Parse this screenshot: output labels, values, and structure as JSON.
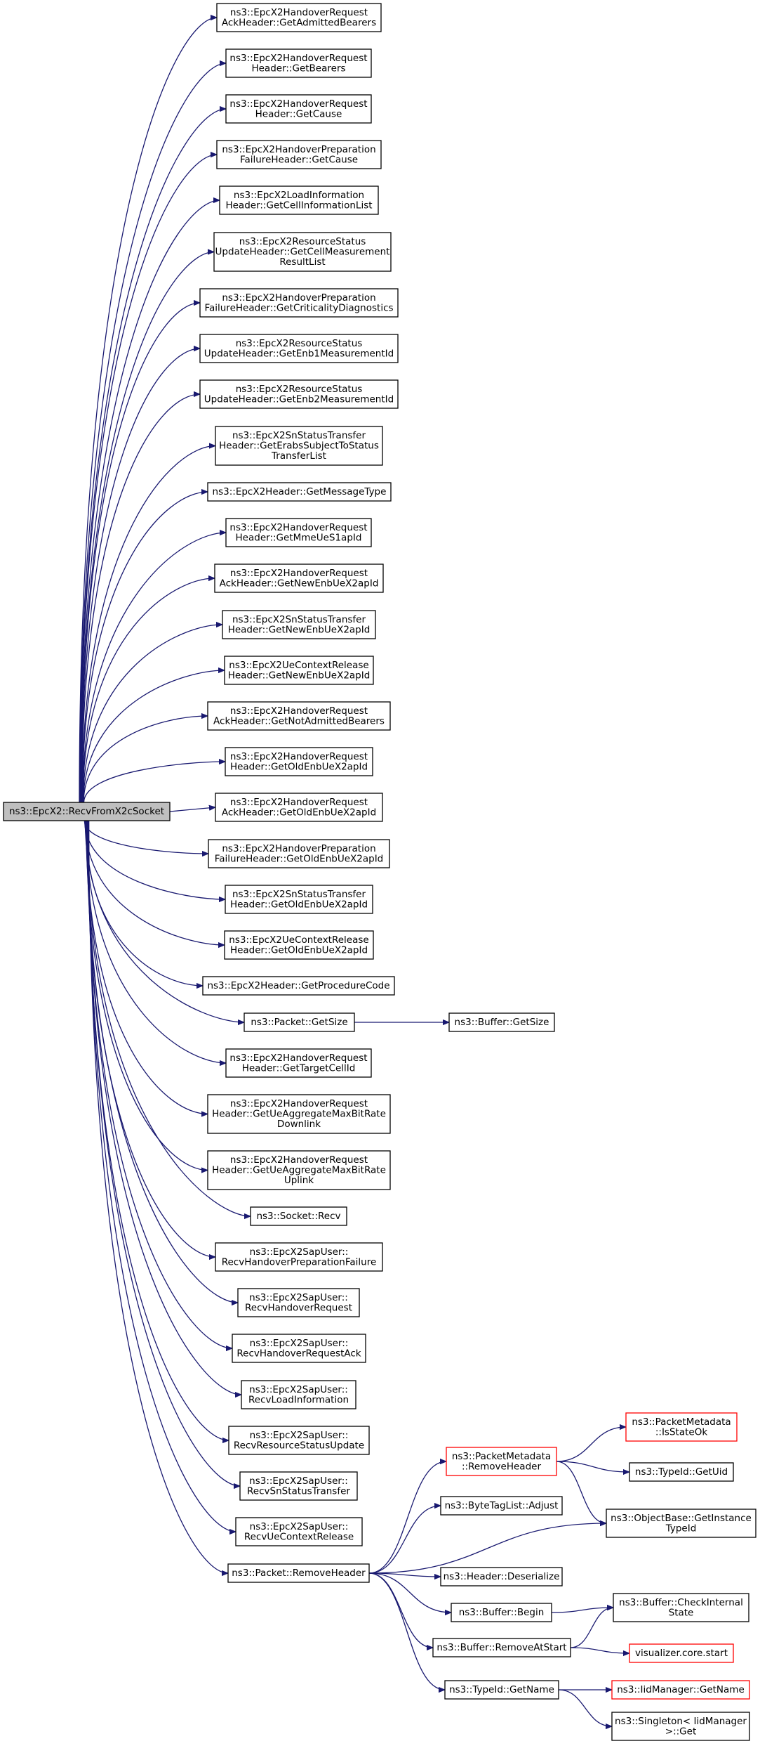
{
  "colors": {
    "edge": "#191970",
    "root_fill": "#bfbfbf",
    "box_stroke": "#000000",
    "truncated_stroke": "#ff0000",
    "background": "#ffffff"
  },
  "nodes": [
    {
      "id": "root",
      "lines": [
        "ns3::EpcX2::RecvFromX2cSocket"
      ],
      "root": true
    },
    {
      "id": "n1",
      "lines": [
        "ns3::EpcX2HandoverRequest",
        "AckHeader::GetAdmittedBearers"
      ]
    },
    {
      "id": "n2",
      "lines": [
        "ns3::EpcX2HandoverRequest",
        "Header::GetBearers"
      ]
    },
    {
      "id": "n3",
      "lines": [
        "ns3::EpcX2HandoverRequest",
        "Header::GetCause"
      ]
    },
    {
      "id": "n4",
      "lines": [
        "ns3::EpcX2HandoverPreparation",
        "FailureHeader::GetCause"
      ]
    },
    {
      "id": "n5",
      "lines": [
        "ns3::EpcX2LoadInformation",
        "Header::GetCellInformationList"
      ]
    },
    {
      "id": "n6",
      "lines": [
        "ns3::EpcX2ResourceStatus",
        "UpdateHeader::GetCellMeasurement",
        "ResultList"
      ]
    },
    {
      "id": "n7",
      "lines": [
        "ns3::EpcX2HandoverPreparation",
        "FailureHeader::GetCriticalityDiagnostics"
      ]
    },
    {
      "id": "n8",
      "lines": [
        "ns3::EpcX2ResourceStatus",
        "UpdateHeader::GetEnb1MeasurementId"
      ]
    },
    {
      "id": "n9",
      "lines": [
        "ns3::EpcX2ResourceStatus",
        "UpdateHeader::GetEnb2MeasurementId"
      ]
    },
    {
      "id": "n10",
      "lines": [
        "ns3::EpcX2SnStatusTransfer",
        "Header::GetErabsSubjectToStatus",
        "TransferList"
      ]
    },
    {
      "id": "n11",
      "lines": [
        "ns3::EpcX2Header::GetMessageType"
      ]
    },
    {
      "id": "n12",
      "lines": [
        "ns3::EpcX2HandoverRequest",
        "Header::GetMmeUeS1apId"
      ]
    },
    {
      "id": "n13",
      "lines": [
        "ns3::EpcX2HandoverRequest",
        "AckHeader::GetNewEnbUeX2apId"
      ]
    },
    {
      "id": "n14",
      "lines": [
        "ns3::EpcX2SnStatusTransfer",
        "Header::GetNewEnbUeX2apId"
      ]
    },
    {
      "id": "n15",
      "lines": [
        "ns3::EpcX2UeContextRelease",
        "Header::GetNewEnbUeX2apId"
      ]
    },
    {
      "id": "n16",
      "lines": [
        "ns3::EpcX2HandoverRequest",
        "AckHeader::GetNotAdmittedBearers"
      ]
    },
    {
      "id": "n17",
      "lines": [
        "ns3::EpcX2HandoverRequest",
        "Header::GetOldEnbUeX2apId"
      ]
    },
    {
      "id": "n18",
      "lines": [
        "ns3::EpcX2HandoverRequest",
        "AckHeader::GetOldEnbUeX2apId"
      ]
    },
    {
      "id": "n19",
      "lines": [
        "ns3::EpcX2HandoverPreparation",
        "FailureHeader::GetOldEnbUeX2apId"
      ]
    },
    {
      "id": "n20",
      "lines": [
        "ns3::EpcX2SnStatusTransfer",
        "Header::GetOldEnbUeX2apId"
      ]
    },
    {
      "id": "n21",
      "lines": [
        "ns3::EpcX2UeContextRelease",
        "Header::GetOldEnbUeX2apId"
      ]
    },
    {
      "id": "n22",
      "lines": [
        "ns3::EpcX2Header::GetProcedureCode"
      ]
    },
    {
      "id": "n23",
      "lines": [
        "ns3::Packet::GetSize"
      ]
    },
    {
      "id": "n24",
      "lines": [
        "ns3::Buffer::GetSize"
      ]
    },
    {
      "id": "n25",
      "lines": [
        "ns3::EpcX2HandoverRequest",
        "Header::GetTargetCellId"
      ]
    },
    {
      "id": "n26",
      "lines": [
        "ns3::EpcX2HandoverRequest",
        "Header::GetUeAggregateMaxBitRate",
        "Downlink"
      ]
    },
    {
      "id": "n27",
      "lines": [
        "ns3::EpcX2HandoverRequest",
        "Header::GetUeAggregateMaxBitRate",
        "Uplink"
      ]
    },
    {
      "id": "n28",
      "lines": [
        "ns3::Socket::Recv"
      ]
    },
    {
      "id": "n29",
      "lines": [
        "ns3::EpcX2SapUser::",
        "RecvHandoverPreparationFailure"
      ]
    },
    {
      "id": "n30",
      "lines": [
        "ns3::EpcX2SapUser::",
        "RecvHandoverRequest"
      ]
    },
    {
      "id": "n31",
      "lines": [
        "ns3::EpcX2SapUser::",
        "RecvHandoverRequestAck"
      ]
    },
    {
      "id": "n32",
      "lines": [
        "ns3::EpcX2SapUser::",
        "RecvLoadInformation"
      ]
    },
    {
      "id": "n33",
      "lines": [
        "ns3::EpcX2SapUser::",
        "RecvResourceStatusUpdate"
      ]
    },
    {
      "id": "n34",
      "lines": [
        "ns3::EpcX2SapUser::",
        "RecvSnStatusTransfer"
      ]
    },
    {
      "id": "n35",
      "lines": [
        "ns3::EpcX2SapUser::",
        "RecvUeContextRelease"
      ]
    },
    {
      "id": "n36",
      "lines": [
        "ns3::Packet::RemoveHeader"
      ]
    },
    {
      "id": "n37",
      "lines": [
        "ns3::PacketMetadata",
        "::RemoveHeader"
      ],
      "truncated": true
    },
    {
      "id": "n38",
      "lines": [
        "ns3::PacketMetadata",
        "::IsStateOk"
      ],
      "truncated": true
    },
    {
      "id": "n39",
      "lines": [
        "ns3::TypeId::GetUid"
      ]
    },
    {
      "id": "n40",
      "lines": [
        "ns3::ByteTagList::Adjust"
      ]
    },
    {
      "id": "n41",
      "lines": [
        "ns3::ObjectBase::GetInstance",
        "TypeId"
      ]
    },
    {
      "id": "n42",
      "lines": [
        "ns3::Header::Deserialize"
      ]
    },
    {
      "id": "n43",
      "lines": [
        "ns3::Buffer::Begin"
      ]
    },
    {
      "id": "n44",
      "lines": [
        "ns3::Buffer::CheckInternal",
        "State"
      ]
    },
    {
      "id": "n45",
      "lines": [
        "ns3::Buffer::RemoveAtStart"
      ]
    },
    {
      "id": "n46",
      "lines": [
        "visualizer.core.start"
      ],
      "truncated": true
    },
    {
      "id": "n47",
      "lines": [
        "ns3::TypeId::GetName"
      ]
    },
    {
      "id": "n48",
      "lines": [
        "ns3::IidManager::GetName"
      ],
      "truncated": true
    },
    {
      "id": "n49",
      "lines": [
        "ns3::Singleton< IidManager",
        ">::Get"
      ]
    }
  ],
  "edges": [
    [
      "root",
      "n1"
    ],
    [
      "root",
      "n2"
    ],
    [
      "root",
      "n3"
    ],
    [
      "root",
      "n4"
    ],
    [
      "root",
      "n5"
    ],
    [
      "root",
      "n6"
    ],
    [
      "root",
      "n7"
    ],
    [
      "root",
      "n8"
    ],
    [
      "root",
      "n9"
    ],
    [
      "root",
      "n10"
    ],
    [
      "root",
      "n11"
    ],
    [
      "root",
      "n12"
    ],
    [
      "root",
      "n13"
    ],
    [
      "root",
      "n14"
    ],
    [
      "root",
      "n15"
    ],
    [
      "root",
      "n16"
    ],
    [
      "root",
      "n17"
    ],
    [
      "root",
      "n18"
    ],
    [
      "root",
      "n19"
    ],
    [
      "root",
      "n20"
    ],
    [
      "root",
      "n21"
    ],
    [
      "root",
      "n22"
    ],
    [
      "root",
      "n23"
    ],
    [
      "root",
      "n25"
    ],
    [
      "root",
      "n26"
    ],
    [
      "root",
      "n27"
    ],
    [
      "root",
      "n28"
    ],
    [
      "root",
      "n29"
    ],
    [
      "root",
      "n30"
    ],
    [
      "root",
      "n31"
    ],
    [
      "root",
      "n32"
    ],
    [
      "root",
      "n33"
    ],
    [
      "root",
      "n34"
    ],
    [
      "root",
      "n35"
    ],
    [
      "root",
      "n36"
    ],
    [
      "n23",
      "n24"
    ],
    [
      "n36",
      "n37"
    ],
    [
      "n36",
      "n40"
    ],
    [
      "n36",
      "n41"
    ],
    [
      "n36",
      "n42"
    ],
    [
      "n36",
      "n43"
    ],
    [
      "n36",
      "n45"
    ],
    [
      "n36",
      "n47"
    ],
    [
      "n37",
      "n38"
    ],
    [
      "n37",
      "n39"
    ],
    [
      "n37",
      "n41"
    ],
    [
      "n43",
      "n44"
    ],
    [
      "n45",
      "n44"
    ],
    [
      "n45",
      "n46"
    ],
    [
      "n47",
      "n48"
    ],
    [
      "n47",
      "n49"
    ]
  ]
}
